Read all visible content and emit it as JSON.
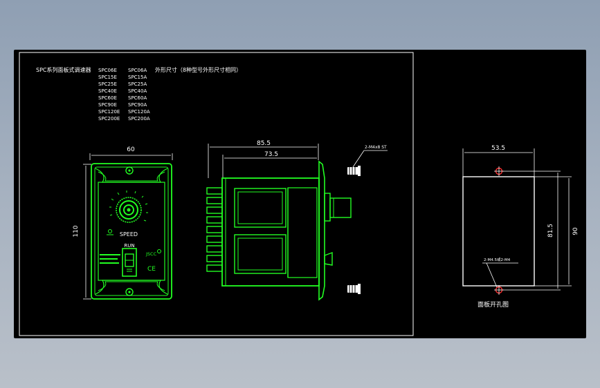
{
  "drawing": {
    "header": {
      "series_title": "SPC系列面板式调速器",
      "outline_note": "外形尺寸（8种型号外形尺寸相同）",
      "models_col1": [
        "SPC06E",
        "SPC15E",
        "SPC25E",
        "SPC40E",
        "SPC60E",
        "SPC90E",
        "SPC120E",
        "SPC200E"
      ],
      "models_col2": [
        "SPC06A",
        "SPC15A",
        "SPC25A",
        "SPC40A",
        "SPC60A",
        "SPC90A",
        "SPC120A",
        "SPC200A"
      ]
    },
    "front_view": {
      "width_dim": "60",
      "height_dim": "110",
      "speed_label": "SPEED",
      "run_label": "RUN",
      "cert_jscc": "JSCC",
      "cert_ce": "CE"
    },
    "side_view": {
      "overall_dim": "85.5",
      "body_dim": "73.5",
      "screw_label": "2-M4x8 ST"
    },
    "panel_cutout": {
      "width_dim": "53.5",
      "hole_pitch_dim": "81.5",
      "height_dim": "90",
      "hole_note": "2-M4.5或2-M4",
      "caption": "面板开孔图"
    },
    "colors": {
      "background": "#000000",
      "line": "#22ff22",
      "hole_marker": "#ff3333",
      "text": "#ffffff"
    }
  }
}
